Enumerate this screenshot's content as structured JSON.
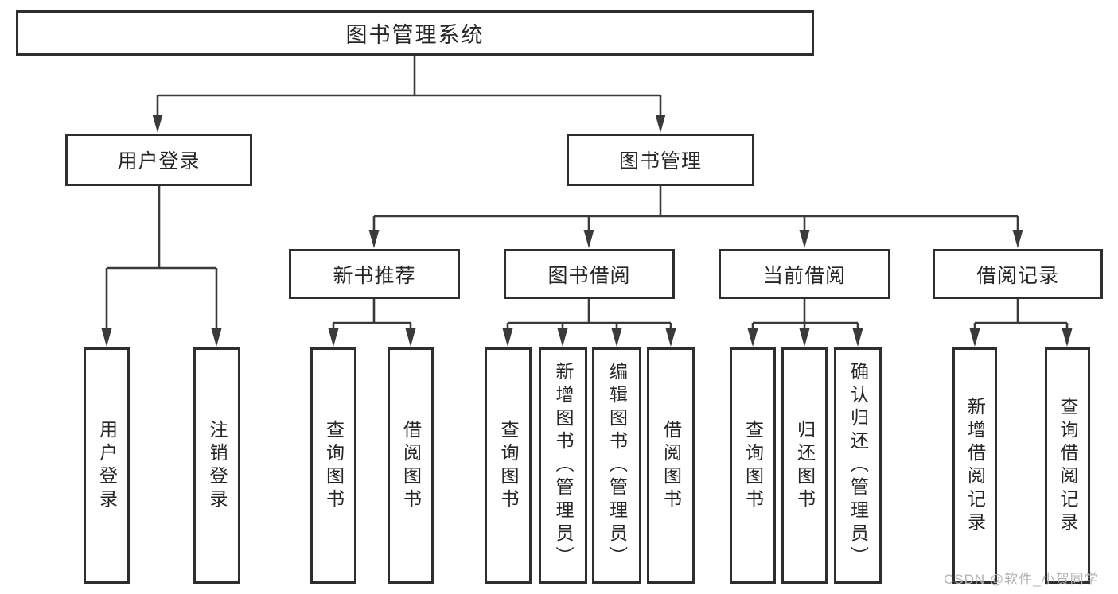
{
  "nodes": {
    "root": {
      "label": "图书管理系统"
    },
    "level2": [
      {
        "label": "用户登录"
      },
      {
        "label": "图书管理"
      }
    ],
    "level3": [
      {
        "label": "新书推荐"
      },
      {
        "label": "图书借阅"
      },
      {
        "label": "当前借阅"
      },
      {
        "label": "借阅记录"
      }
    ],
    "level4": {
      "user_login": [
        {
          "label": "用户登录"
        },
        {
          "label": "注销登录"
        }
      ],
      "new_book": [
        {
          "label": "查询图书"
        },
        {
          "label": "借阅图书"
        }
      ],
      "book_borrow": [
        {
          "label": "查询图书"
        },
        {
          "label": "新增图书（管理员）"
        },
        {
          "label": "编辑图书（管理员）"
        },
        {
          "label": "借阅图书"
        }
      ],
      "current_borrow": [
        {
          "label": "查询图书"
        },
        {
          "label": "归还图书"
        },
        {
          "label": "确认归还（管理员）"
        }
      ],
      "borrow_record": [
        {
          "label": "新增借阅记录"
        },
        {
          "label": "查询借阅记录"
        }
      ]
    }
  },
  "watermark": {
    "text": "CSDN @软件_小贺同学"
  },
  "colors": {
    "background": "#ffffff",
    "line": "#3a3a3a",
    "box_border": "#2e2e2e",
    "text": "#262626",
    "watermark": "#b4b4b4"
  }
}
